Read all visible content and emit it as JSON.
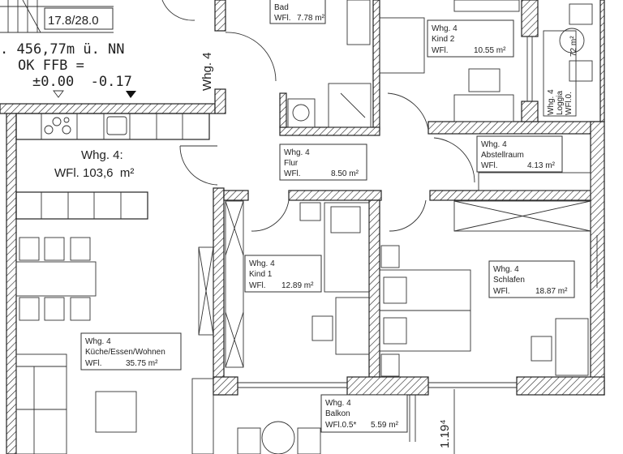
{
  "plan": {
    "stair_label": "17.8/28.0",
    "elevation": {
      "line1": ". 456,77m ü. NN",
      "line2": "OK FFB =",
      "line3": "±0.00  -0.17"
    },
    "apartment_vertical_label": "Whg. 4",
    "apartment_title": "Whg. 4:",
    "apartment_area": "WFl. 103,6  m²",
    "dimension": "1.19⁴",
    "rooms": [
      {
        "unit": "",
        "name": "Bad",
        "wfl": "WFl.",
        "area": "7.78 m²"
      },
      {
        "unit": "Whg. 4",
        "name": "Kind 2",
        "wfl": "WFl.",
        "area": "10.55 m²"
      },
      {
        "unit": "Whg. 4",
        "name": "Flur",
        "wfl": "WFl.",
        "area": "8.50 m²"
      },
      {
        "unit": "Whg. 4",
        "name": "Abstellraum",
        "wfl": "WFl.",
        "area": "4.13 m²"
      },
      {
        "unit": "Whg. 4",
        "name": "Kind 1",
        "wfl": "WFl.",
        "area": "12.89 m²"
      },
      {
        "unit": "Whg. 4",
        "name": "Schlafen",
        "wfl": "WFl.",
        "area": "18.87 m²"
      },
      {
        "unit": "Whg. 4",
        "name": "Küche/Essen/Wohnen",
        "wfl": "WFl.",
        "area": "35.75 m²"
      },
      {
        "unit": "Whg. 4",
        "name": "Balkon",
        "wfl": "WFl.0.5*",
        "area": "5.59 m²"
      },
      {
        "unit": "Whg. 4",
        "name": "Loggia",
        "wfl": "WFl.0.",
        "area": "72 m²"
      }
    ]
  }
}
